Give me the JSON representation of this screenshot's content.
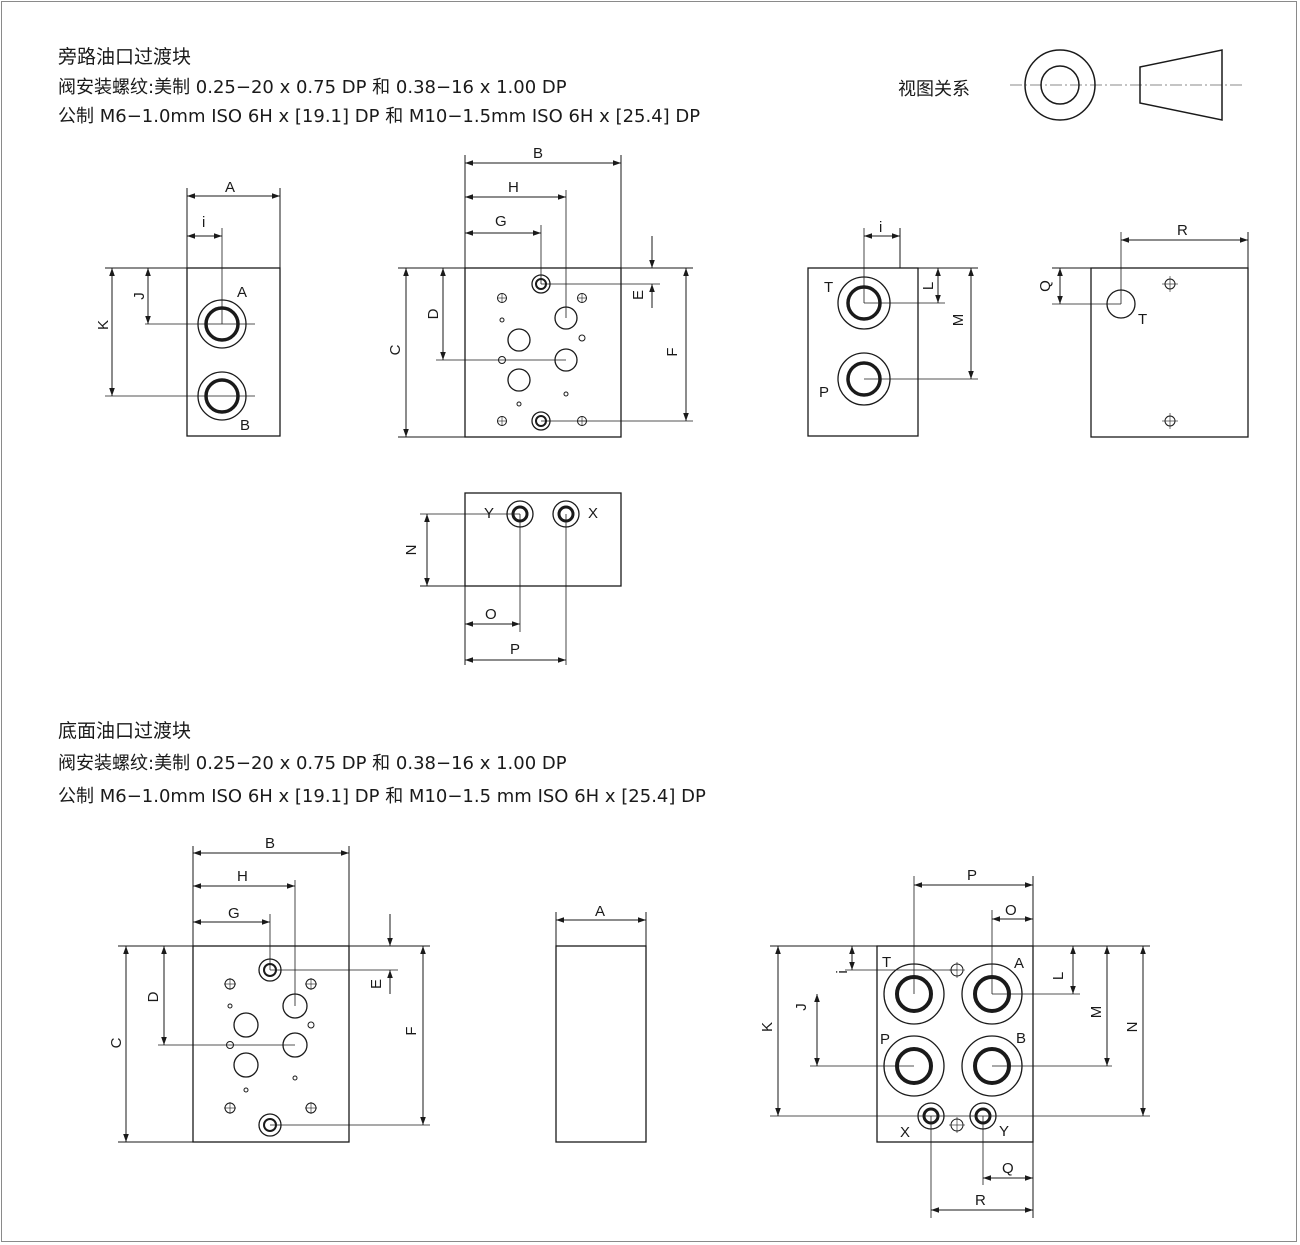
{
  "sections": [
    {
      "title": "旁路油口过渡块",
      "line1": "阀安装螺纹:美制 0.25−20 x 0.75 DP 和 0.38−16 x 1.00 DP",
      "line2": "公制 M6−1.0mm ISO 6H x [19.1] DP 和 M10−1.5mm ISO 6H x [25.4] DP"
    },
    {
      "title": "底面油口过渡块",
      "line1": "阀安装螺纹:美制 0.25−20 x 0.75 DP 和 0.38−16 x 1.00 DP",
      "line2": "公制 M6−1.0mm ISO 6H x [19.1] DP 和 M10−1.5 mm ISO 6H x [25.4] DP"
    }
  ],
  "view_relation_label": "视图关系",
  "dimensions": {
    "A": "A",
    "B": "B",
    "C": "C",
    "D": "D",
    "E": "E",
    "F": "F",
    "G": "G",
    "H": "H",
    "i": "i",
    "J": "J",
    "K": "K",
    "L": "L",
    "M": "M",
    "N": "N",
    "O": "O",
    "P": "P",
    "Q": "Q",
    "R": "R"
  },
  "ports": {
    "A": "A",
    "B": "B",
    "P": "P",
    "T": "T",
    "X": "X",
    "Y": "Y"
  }
}
